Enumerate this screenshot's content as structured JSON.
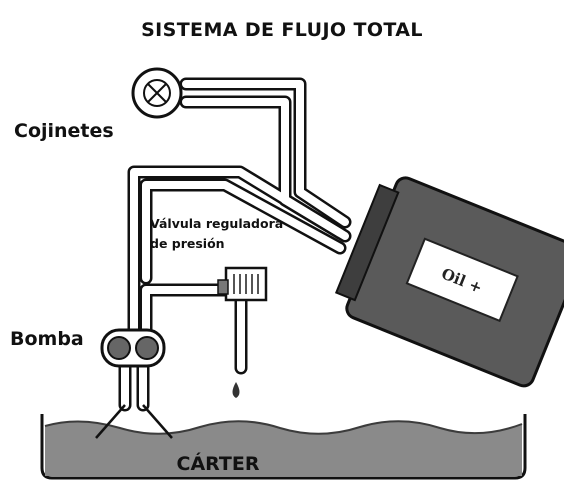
{
  "title": "SISTEMA DE FLUJO TOTAL",
  "labels": {
    "bearings": "Cojinetes",
    "pump": "Bomba",
    "valve_line1": "Válvula reguladora",
    "valve_line2": "de presión",
    "sump": "CÁRTER",
    "filter": "Oil +"
  },
  "colors": {
    "ink": "#111111",
    "pipe_fill": "#ffffff",
    "filter_body": "#555555",
    "sump_oil": "#8a8a8a",
    "pump_disc": "#666666"
  },
  "icons": [
    "gauge-icon",
    "pump-icon",
    "oil-drop-icon"
  ]
}
